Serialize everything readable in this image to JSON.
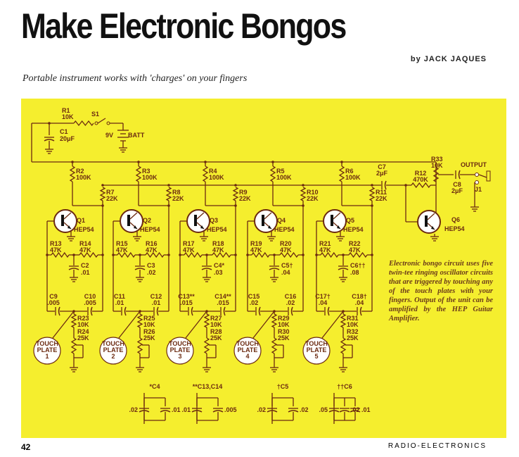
{
  "title": "Make Electronic Bongos",
  "byline": "by JACK JAQUES",
  "subtitle": "Portable instrument works with 'charges' on your fingers",
  "caption": "Electronic bongo circuit uses five twin-tee ringing oscillator circuits that are triggered by touching any of the touch plates with your fingers. Output of the unit can be amplified by the HEP Guitar Amplifier.",
  "footer": {
    "page": "42",
    "magazine": "RADIO-ELECTRONICS"
  },
  "colors": {
    "paper": "#f5ee2e",
    "ink": "#6b2a10"
  },
  "power": {
    "r1": "R1",
    "r1_val": "10K",
    "s1": "S1",
    "c1": "C1",
    "c1_val": "20μF",
    "batt": "9V",
    "batt_label": "BATT"
  },
  "stages": [
    {
      "rc": "R2",
      "rc_val": "100K",
      "rb": "R7",
      "rb_val": "22K",
      "q": "Q1",
      "q_type": "HEP54",
      "ra": "R13",
      "ra_val": "47K",
      "rb2": "R14",
      "rb2_val": "47K",
      "cg": "C2",
      "cg_val": ".01",
      "ca": "C9",
      "ca_val": ".005",
      "cb": "C10",
      "cb_val": ".005",
      "rs": "R23",
      "rs_val": "10K",
      "rp": "R24",
      "rp_val": "25K",
      "plate": [
        "TOUCH",
        "PLATE",
        "1"
      ]
    },
    {
      "rc": "R3",
      "rc_val": "100K",
      "rb": "R8",
      "rb_val": "22K",
      "q": "Q2",
      "q_type": "HEP54",
      "ra": "R15",
      "ra_val": "47K",
      "rb2": "R16",
      "rb2_val": "47K",
      "cg": "C3",
      "cg_val": ".02",
      "ca": "C11",
      "ca_val": ".01",
      "cb": "C12",
      "cb_val": ".01",
      "rs": "R25",
      "rs_val": "10K",
      "rp": "R26",
      "rp_val": "25K",
      "plate": [
        "TOUCH",
        "PLATE",
        "2"
      ]
    },
    {
      "rc": "R4",
      "rc_val": "100K",
      "rb": "R9",
      "rb_val": "22K",
      "q": "Q3",
      "q_type": "HEP54",
      "ra": "R17",
      "ra_val": "47K",
      "rb2": "R18",
      "rb2_val": "47K",
      "cg": "C4*",
      "cg_val": ".03",
      "ca": "C13**",
      "ca_val": ".015",
      "cb": "C14**",
      "cb_val": ".015",
      "rs": "R27",
      "rs_val": "10K",
      "rp": "R28",
      "rp_val": "25K",
      "plate": [
        "TOUCH",
        "PLATE",
        "3"
      ]
    },
    {
      "rc": "R5",
      "rc_val": "100K",
      "rb": "R10",
      "rb_val": "22K",
      "q": "Q4",
      "q_type": "HEP54",
      "ra": "R19",
      "ra_val": "47K",
      "rb2": "R20",
      "rb2_val": "47K",
      "cg": "C5†",
      "cg_val": ".04",
      "ca": "C15",
      "ca_val": ".02",
      "cb": "C16",
      "cb_val": ".02",
      "rs": "R29",
      "rs_val": "10K",
      "rp": "R30",
      "rp_val": "25K",
      "plate": [
        "TOUCH",
        "PLATE",
        "4"
      ]
    },
    {
      "rc": "R6",
      "rc_val": "100K",
      "rb": "R11",
      "rb_val": "22K",
      "q": "Q5",
      "q_type": "HEP54",
      "ra": "R21",
      "ra_val": "47K",
      "rb2": "R22",
      "rb2_val": "47K",
      "cg": "C6††",
      "cg_val": ".08",
      "ca": "C17†",
      "ca_val": ".04",
      "cb": "C18†",
      "cb_val": ".04",
      "rs": "R31",
      "rs_val": "10K",
      "rp": "R32",
      "rp_val": "25K",
      "plate": [
        "TOUCH",
        "PLATE",
        "5"
      ]
    }
  ],
  "output": {
    "c7": "C7",
    "c7_val": "2μF",
    "r12": "R12",
    "r12_val": "470K",
    "r33": "R33",
    "r33_val": "10K",
    "c8": "C8",
    "c8_val": "2μF",
    "q6": "Q6",
    "q6_type": "HEP54",
    "out": "OUTPUT",
    "j1": "J1"
  },
  "alternates": [
    {
      "label": "*C4",
      "values": [
        ".02",
        ".01"
      ]
    },
    {
      "label": "**C13,C14",
      "values": [
        ".01",
        ".005"
      ]
    },
    {
      "label": "†C5",
      "values": [
        ".02",
        ".02"
      ]
    },
    {
      "label": "††C6",
      "values": [
        ".05",
        ".02",
        ".01"
      ]
    }
  ]
}
